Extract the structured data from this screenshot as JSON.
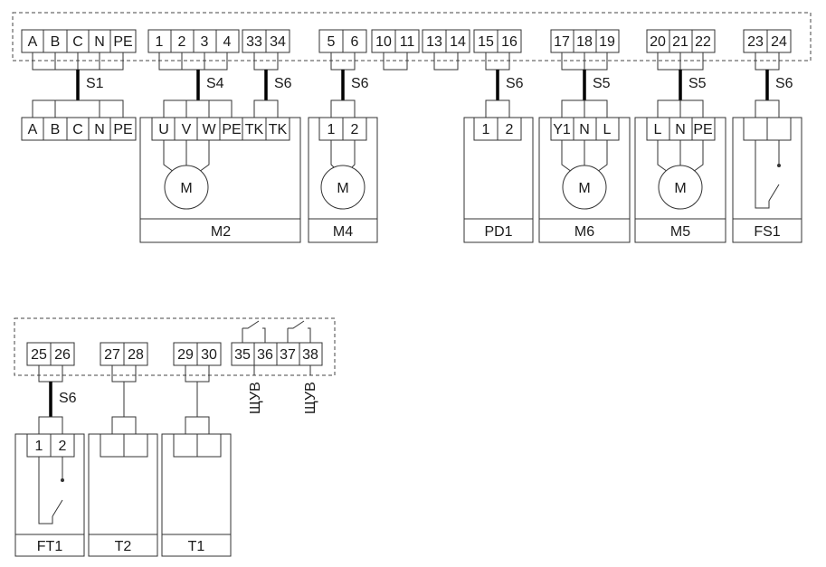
{
  "terminal_strip_top": {
    "groups": [
      [
        "A",
        "B",
        "C",
        "N",
        "PE"
      ],
      [
        "1",
        "2",
        "3",
        "4",
        "33",
        "34"
      ],
      [
        "5",
        "6"
      ],
      [
        "10",
        "11"
      ],
      [
        "13",
        "14"
      ],
      [
        "15",
        "16"
      ],
      [
        "17",
        "18",
        "19"
      ],
      [
        "20",
        "21",
        "22"
      ],
      [
        "23",
        "24"
      ]
    ]
  },
  "cables": [
    "S1",
    "S4",
    "S6",
    "S6",
    "S6",
    "S5",
    "S5",
    "S6",
    "S6"
  ],
  "devices": {
    "supply": {
      "terminals": [
        "A",
        "B",
        "C",
        "N",
        "PE"
      ]
    },
    "m2": {
      "label": "M2",
      "terminals": [
        "U",
        "V",
        "W",
        "PE",
        "TK",
        "TK"
      ],
      "symbol": "M"
    },
    "m4": {
      "label": "M4",
      "terminals": [
        "1",
        "2"
      ],
      "symbol": "M"
    },
    "pd1": {
      "label": "PD1",
      "terminals": [
        "1",
        "2"
      ]
    },
    "m6": {
      "label": "M6",
      "terminals": [
        "Y1",
        "N",
        "L"
      ],
      "symbol": "M"
    },
    "m5": {
      "label": "M5",
      "terminals": [
        "L",
        "N",
        "PE"
      ],
      "symbol": "M"
    },
    "fs1": {
      "label": "FS1"
    },
    "ft1": {
      "label": "FT1",
      "terminals": [
        "1",
        "2"
      ]
    },
    "t2": {
      "label": "T2"
    },
    "t1": {
      "label": "T1"
    }
  },
  "terminal_strip_bottom": {
    "groups": [
      [
        "25",
        "26"
      ],
      [
        "27",
        "28"
      ],
      [
        "29",
        "30"
      ],
      [
        "35",
        "36",
        "37",
        "38"
      ]
    ]
  },
  "external_labels": [
    "ЩУВ",
    "ЩУВ"
  ]
}
